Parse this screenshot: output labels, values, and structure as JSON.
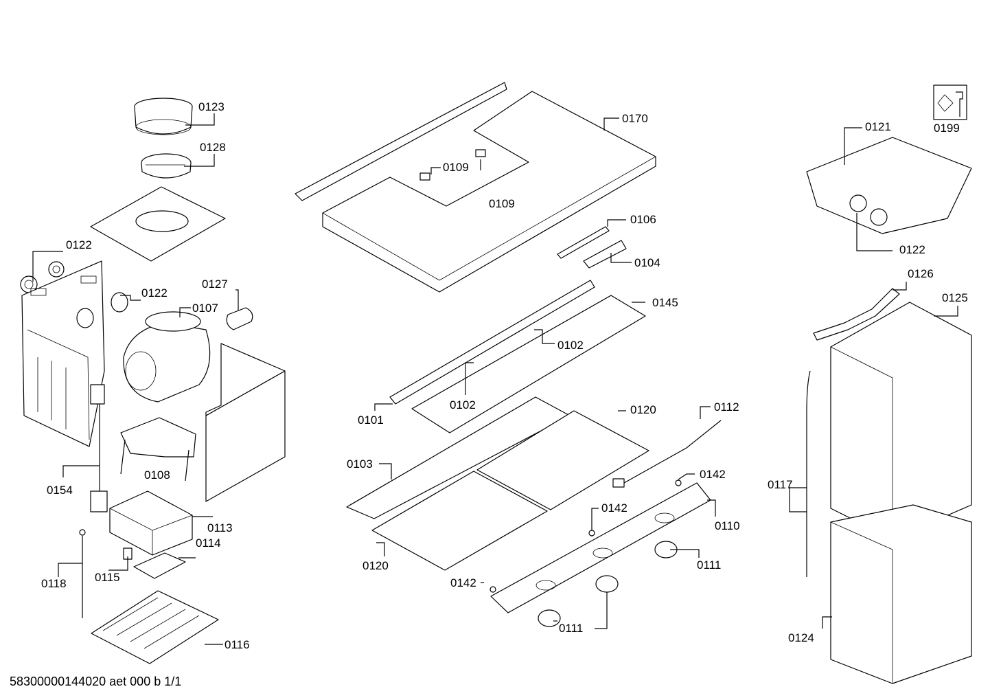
{
  "labels": {
    "p0123": "0123",
    "p0128": "0128",
    "p0122a": "0122",
    "p0122b": "0122",
    "p0127": "0127",
    "p0107": "0107",
    "p0108": "0108",
    "p0154": "0154",
    "p0113": "0113",
    "p0114": "0114",
    "p0115": "0115",
    "p0118": "0118",
    "p0116": "0116",
    "p0109a": "0109",
    "p0109b": "0109",
    "p0170": "0170",
    "p0106": "0106",
    "p0104": "0104",
    "p0145": "0145",
    "p0102a": "0102",
    "p0102b": "0102",
    "p0101": "0101",
    "p0120a": "0120",
    "p0112": "0112",
    "p0103": "0103",
    "p0142a": "0142",
    "p0142b": "0142",
    "p0110": "0110",
    "p0111a": "0111",
    "p0120b": "0120",
    "p0142c": "0142",
    "p0111b": "0111",
    "p0199": "0199",
    "p0121": "0121",
    "p0122c": "0122",
    "p0126": "0126",
    "p0125": "0125",
    "p0117": "0117",
    "p0124": "0124"
  },
  "footer": "58300000144020 aet 000 b 1/1",
  "icons": {
    "service": "wrench-icon"
  }
}
